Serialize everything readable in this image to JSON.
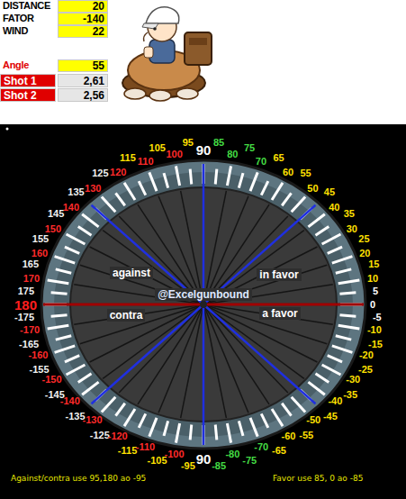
{
  "diagram": {
    "nodes": [
      {
        "text": [
          "20"
        ]
      },
      {
        "text": [
          "-140"
        ]
      },
      {
        "text": [
          "22"
        ]
      },
      {
        "text": [
          "55"
        ]
      },
      {
        "text": [
          "Shot 1"
        ]
      },
      {
        "text": [
          "2,61"
        ]
      },
      {
        "text": [
          "Shot 2"
        ]
      },
      {
        "text": [
          "2,56"
        ]
      }
    ],
    "labels": [
      "DISTANCE",
      "FATOR",
      "WIND",
      "Angle",
      "90",
      "95",
      "100",
      "105",
      "110",
      "115",
      "120",
      "125",
      "130",
      "135",
      "140",
      "145",
      "150",
      "155",
      "160",
      "165",
      "170",
      "175",
      "180",
      "-175",
      "-170",
      "-165",
      "-160",
      "-155",
      "-150",
      "-145",
      "-140",
      "-135",
      "-130",
      "-125",
      "-120",
      "-115",
      "-110",
      "-105",
      "-100",
      "-95",
      "90",
      "-85",
      "-80",
      "-75",
      "-70",
      "-65",
      "-60",
      "-55",
      "-50",
      "-45",
      "-40",
      "-35",
      "-30",
      "-25",
      "-20",
      "-15",
      "-10",
      "-5",
      "0",
      "5",
      "10",
      "15",
      "20",
      "25",
      "30",
      "35",
      "40",
      "45",
      "50",
      "55",
      "60",
      "65",
      "70",
      "75",
      "80",
      "85",
      "against",
      "in favor",
      "@Excelgunbound",
      "contra",
      "a favor",
      "Against/contra use 95,180 ao -95",
      "Favor use 85, 0 ao -85"
    ]
  }
}
